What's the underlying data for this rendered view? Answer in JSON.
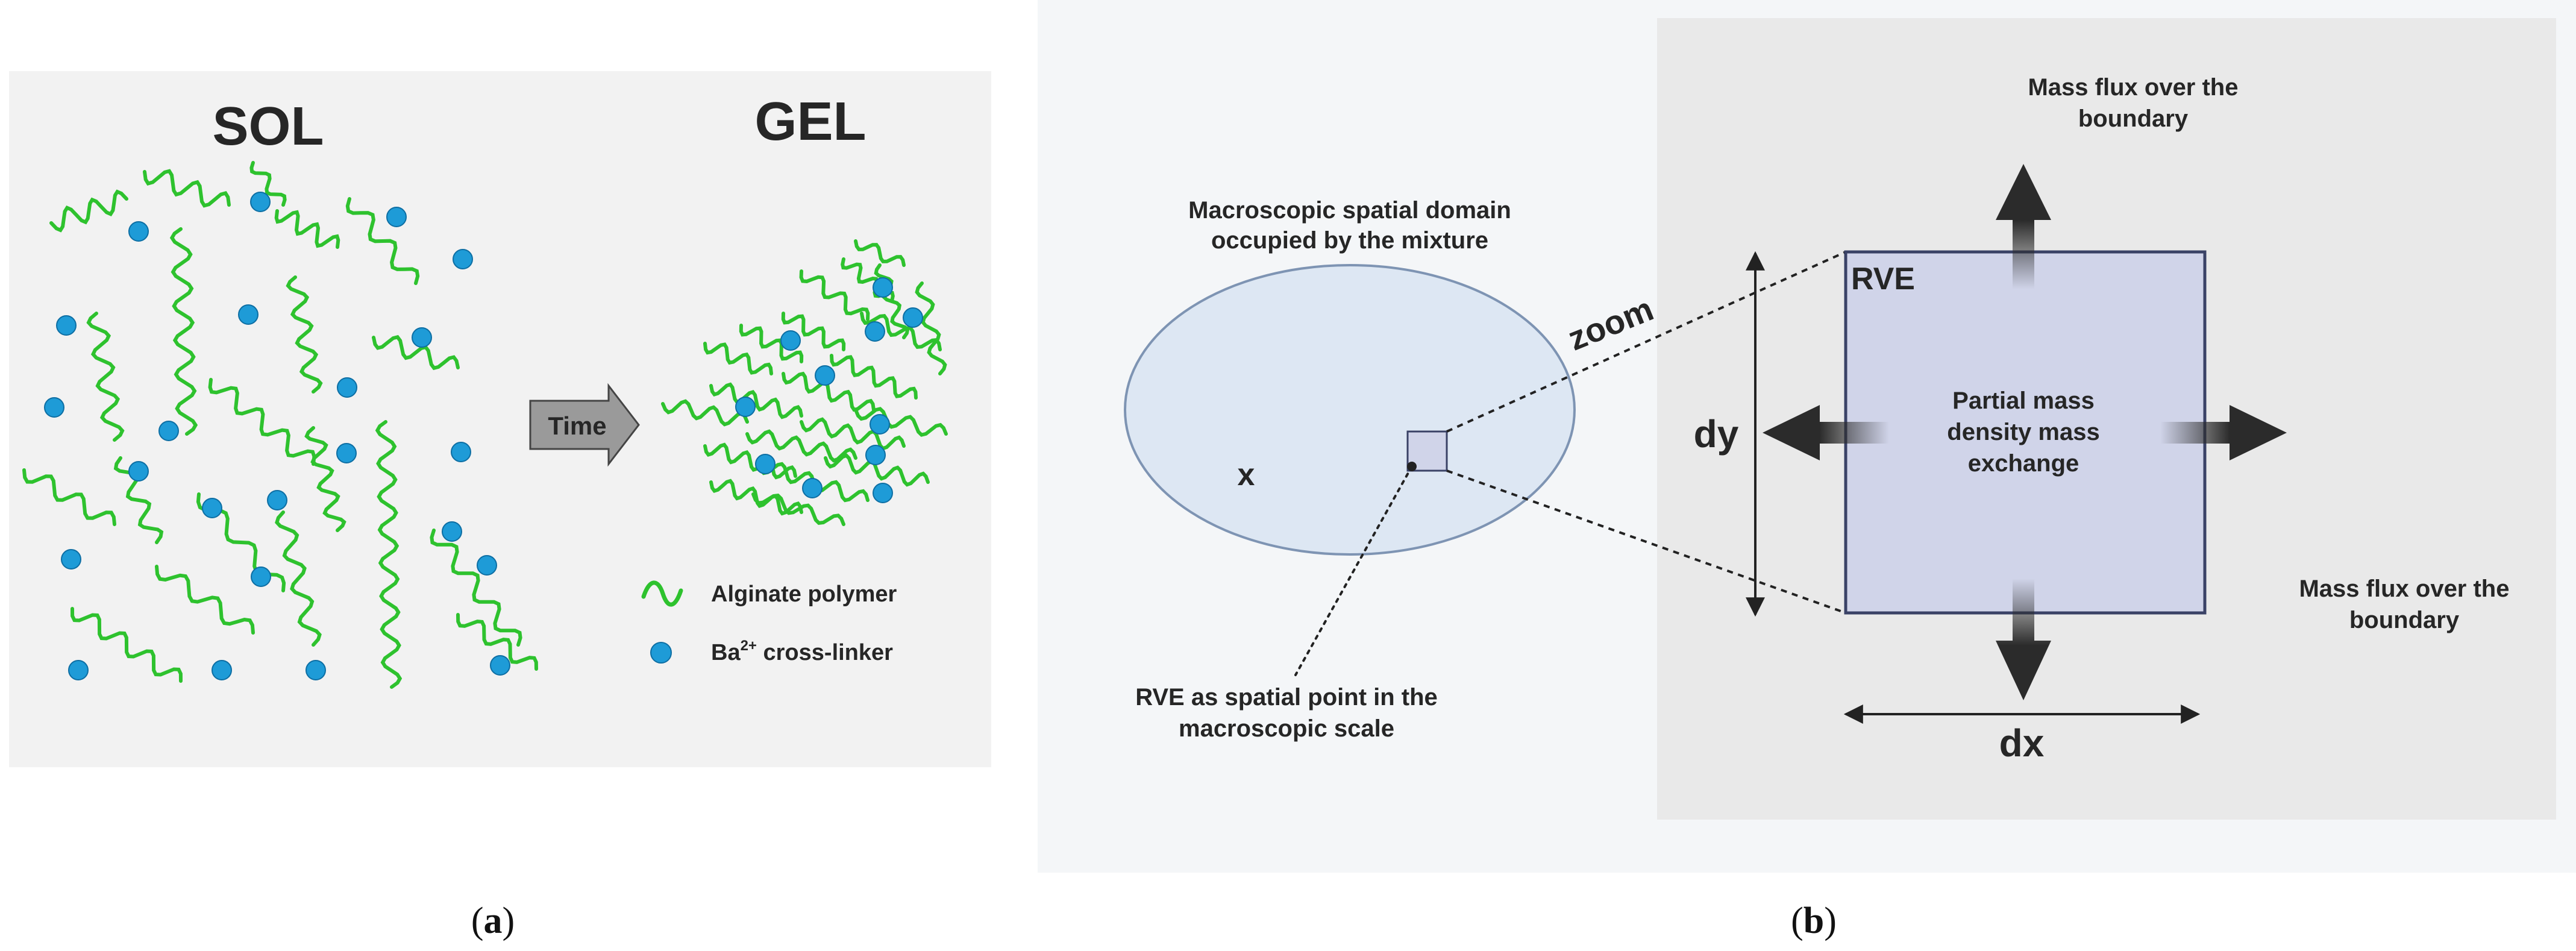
{
  "panel_a": {
    "caption": {
      "open": "(",
      "letter": "a",
      "close": ")"
    },
    "sol_title": "SOL",
    "gel_title": "GEL",
    "arrow_label": "Time",
    "legend": {
      "polymer_label": "Alginate polymer",
      "ion_base": "Ba",
      "ion_sup": "2+",
      "ion_rest": " cross-linker"
    },
    "colors": {
      "background": "#f2f2f2",
      "polymer": "#2ec22e",
      "ion": "#1e9bd7",
      "arrow": "#9a9a9a"
    }
  },
  "panel_b": {
    "caption": {
      "open": "(",
      "letter": "b",
      "close": ")"
    },
    "domain_label": [
      "Macroscopic spatial domain",
      "occupied by the mixture"
    ],
    "x_label": "x",
    "zoom_label": "zoom",
    "rve_point_label": [
      "RVE as spatial point in the",
      "macroscopic scale"
    ],
    "rve_label": "RVE",
    "center_label": [
      "Partial mass",
      "density mass",
      "exchange"
    ],
    "top_flux_label": [
      "Mass flux over the",
      "boundary"
    ],
    "right_flux_label": [
      "Mass flux over the",
      "boundary"
    ],
    "dy_label": "dy",
    "dx_label": "dx",
    "colors": {
      "background": "#f4f6f8",
      "zoom_panel": "#e9e9e9",
      "ellipse": "#dde7f3",
      "rve_fill": "#d0d4e9",
      "rve_border": "#3a4266",
      "arrow": "#2b2b2b"
    }
  }
}
